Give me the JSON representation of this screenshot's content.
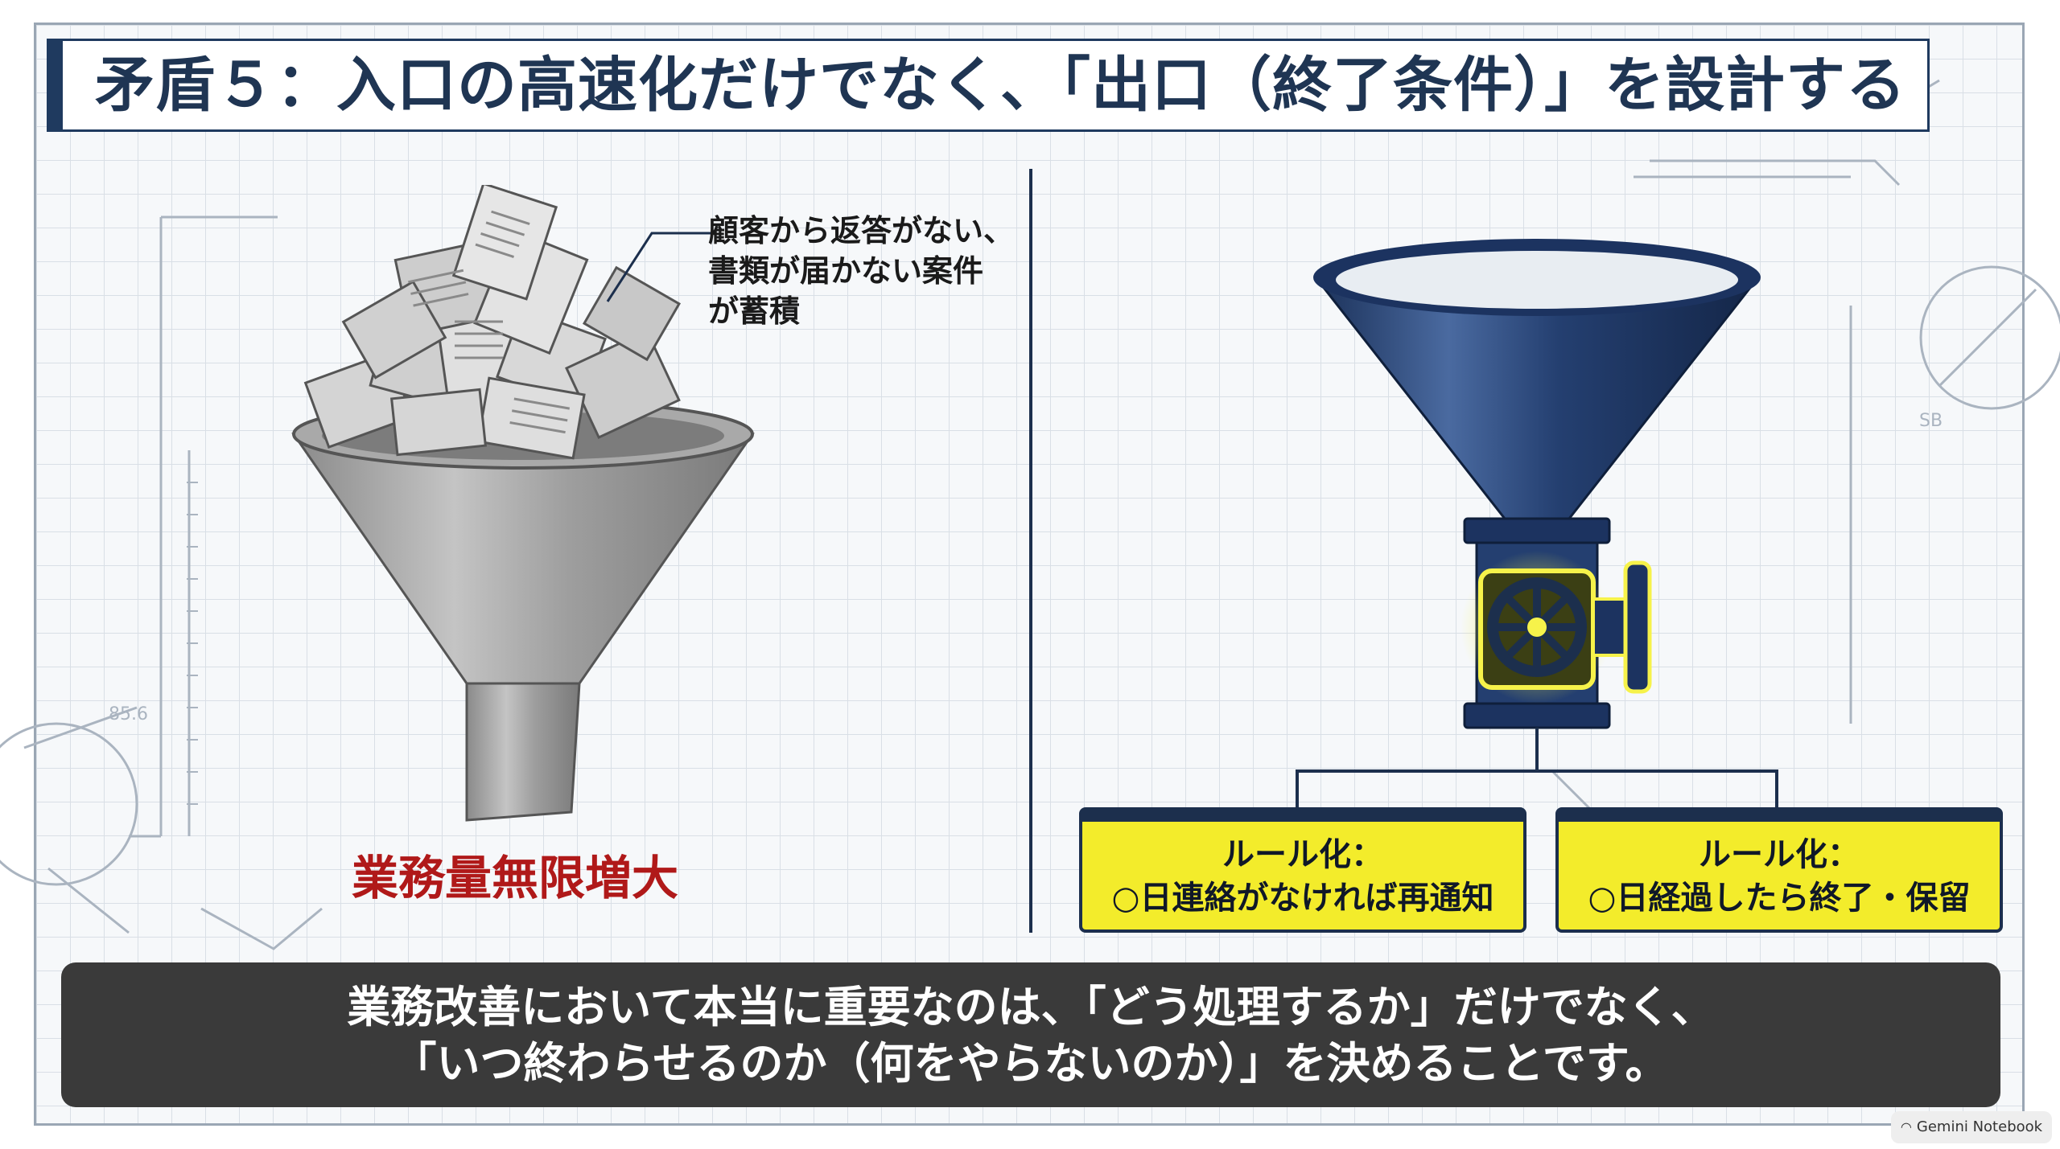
{
  "title": "矛盾５：入口の高速化だけでなく、「出口（終了条件）」を設計する",
  "left_panel": {
    "callout_lines": [
      "顧客から返答がない、",
      "書類が届かない案件",
      "が蓄積"
    ],
    "warning_label": "業務量無限増大"
  },
  "right_panel": {
    "rules": [
      {
        "heading": "ルール化：",
        "text": "○日連絡がなければ再通知"
      },
      {
        "heading": "ルール化：",
        "text": "○日経過したら終了・保留"
      }
    ]
  },
  "caption": {
    "line1": "業務改善において本当に重要なのは、「どう処理するか」だけでなく、",
    "line2": "「いつ終わらせるのか（何をやらないのか）」を決めることです。"
  },
  "badge": {
    "logo": "◠",
    "label": "Gemini Notebook"
  },
  "colors": {
    "navy": "#1f3a5f",
    "funnel_gray": "#9a9a9a",
    "warning_red": "#b01919",
    "rule_yellow": "#f3ec2b",
    "caption_bg": "#3a3a3a"
  }
}
